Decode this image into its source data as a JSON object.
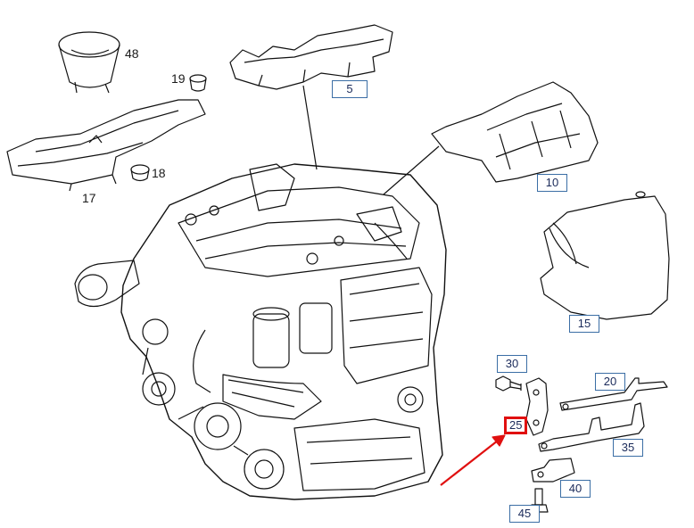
{
  "callouts": {
    "c48": "48",
    "c19": "19",
    "c18": "18",
    "c17": "17",
    "c5": "5",
    "c10": "10",
    "c15": "15",
    "c30": "30",
    "c20": "20",
    "c25": "25",
    "c35": "35",
    "c40": "40",
    "c45": "45"
  },
  "highlight_color": "#e01010",
  "box_color": "#3b6ea5"
}
